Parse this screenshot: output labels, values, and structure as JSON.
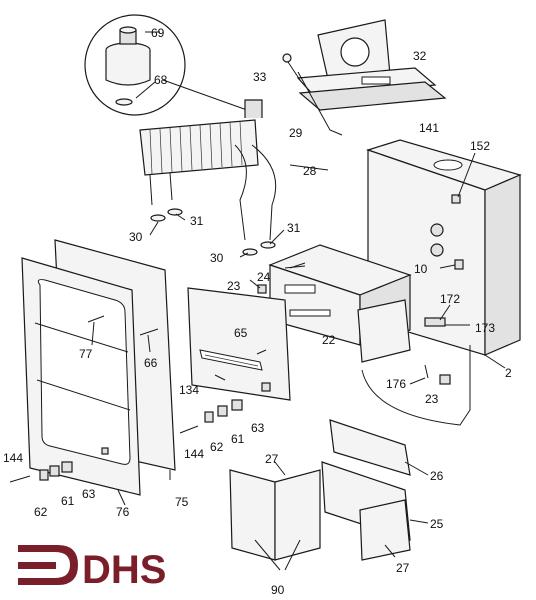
{
  "labels": {
    "l69": "69",
    "l68": "68",
    "l33": "33",
    "l32": "32",
    "l141": "141",
    "l29": "29",
    "l28": "28",
    "l31a": "31",
    "l30a": "30",
    "l31b": "31",
    "l30b": "30",
    "l152": "152",
    "l24": "24",
    "l23a": "23",
    "l10": "10",
    "l172": "172",
    "l173": "173",
    "l65": "65",
    "l22": "22",
    "l2": "2",
    "l176": "176",
    "l23b": "23",
    "l77": "77",
    "l66": "66",
    "l134": "134",
    "l63a": "63",
    "l61a": "61",
    "l62a": "62",
    "l144a": "144",
    "l144b": "144",
    "l61b": "61",
    "l62b": "62",
    "l63b": "63",
    "l76": "76",
    "l75": "75",
    "l27a": "27",
    "l26": "26",
    "l25": "25",
    "l27b": "27",
    "l90": "90"
  },
  "logo": {
    "text": "DHS",
    "color": "#7a1e2a"
  }
}
